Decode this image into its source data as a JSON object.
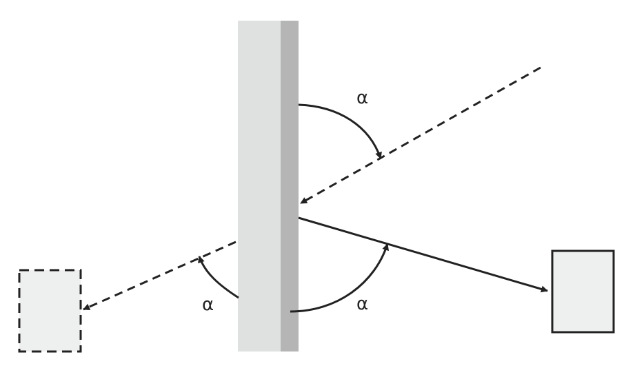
{
  "diagram": {
    "labels": {
      "incident_angle": "α",
      "reflected_angle": "α",
      "virtual_angle": "α"
    },
    "colors": {
      "mirror_face": "#dfe0e0",
      "mirror_edge": "#b5b5b5",
      "object_fill": "#eef0ef",
      "stroke": "#222222"
    }
  }
}
